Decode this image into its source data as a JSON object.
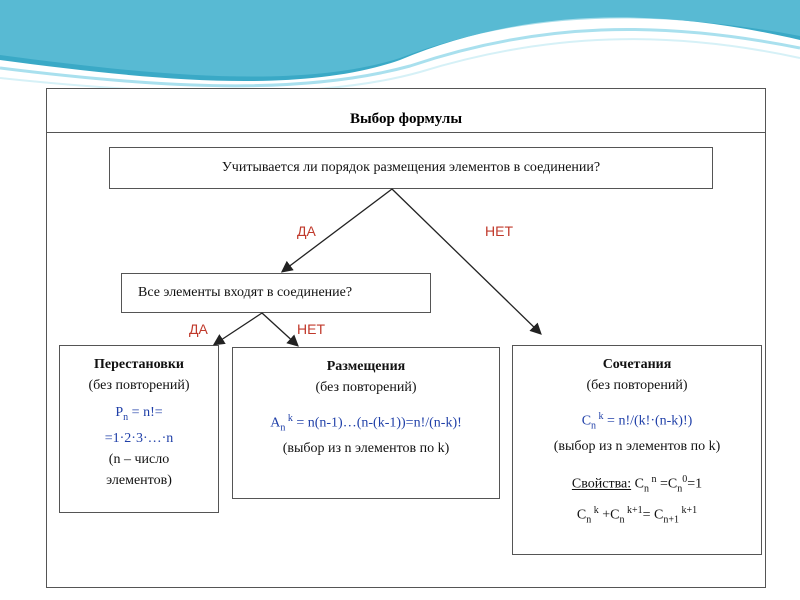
{
  "title": "Выбор формулы",
  "question1": "Учитывается ли порядок размещения элементов в соединении?",
  "question2": "Все элементы входят в соединение?",
  "labels": {
    "yes1": "ДА",
    "no1": "НЕТ",
    "yes2": "ДА",
    "no2": "НЕТ"
  },
  "permutations": {
    "heading": "Перестановки",
    "note": "(без повторений)",
    "formula_p": "P",
    "formula_sub": "n",
    "formula_rest1": " = n!=",
    "formula_line2": "=1·2·3·…·n",
    "desc1": "(n – число",
    "desc2": "элементов)"
  },
  "arrangements": {
    "heading": "Размещения",
    "note": "(без повторений)",
    "formula_a": "A",
    "formula_sub": "n",
    "formula_sup": " k",
    "formula_rest": " = n(n-1)…(n-(k-1))=n!/(n-k)!",
    "desc": "(выбор из n элементов по k)"
  },
  "combinations": {
    "heading": "Сочетания",
    "note": "(без повторений)",
    "formula_c": "C",
    "formula_sub": "n",
    "formula_sup": " k",
    "formula_rest": " = n!/(k!·(n-k)!)",
    "desc": "(выбор из n элементов по k)",
    "props_label": "Свойства:",
    "prop1_a": " C",
    "prop1_sub": "n",
    "prop1_sup": " n",
    "prop1_b": " =C",
    "prop1_sub2": "n",
    "prop1_sup2": "0",
    "prop1_c": "=1",
    "prop2_a": "C",
    "prop2_sub": "n",
    "prop2_sup": " k",
    "prop2_b": " +C",
    "prop2_sub2": "n",
    "prop2_sup2": " k+1",
    "prop2_c": "= C",
    "prop2_sub3": "n+1",
    "prop2_sup3": " k+1"
  },
  "colors": {
    "accent_teal": "#2fa7c2",
    "label_red": "#c0392b",
    "formula_blue": "#1f3fa8"
  }
}
